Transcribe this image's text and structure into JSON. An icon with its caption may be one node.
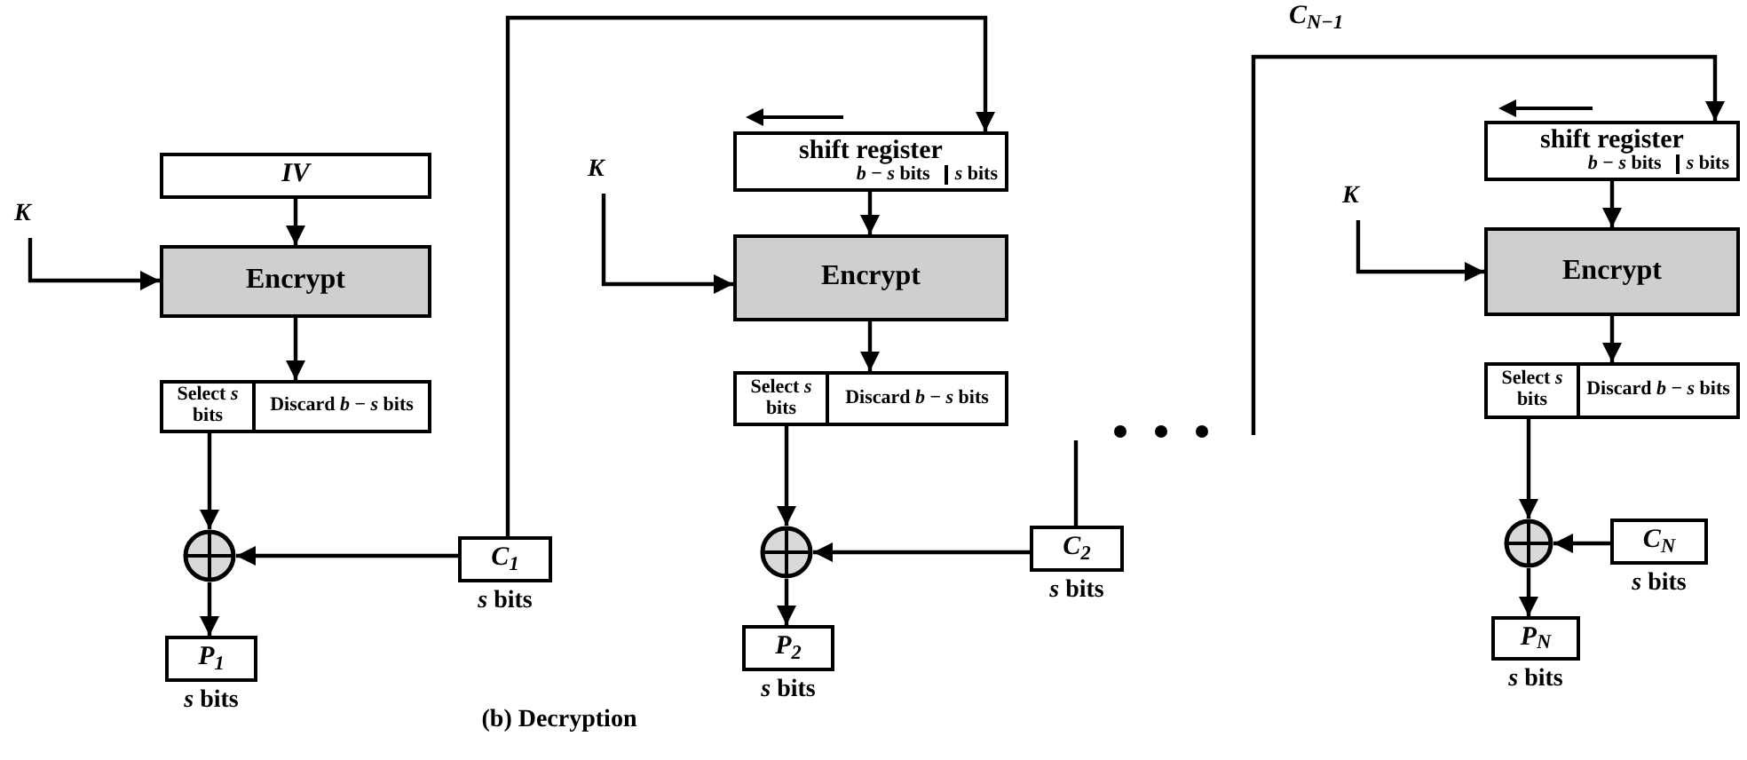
{
  "diagram": {
    "caption": "(b) Decryption",
    "nodes": [
      {
        "text": [
          "IV"
        ]
      },
      {
        "text": [
          "K"
        ]
      },
      {
        "text": [
          "Encrypt"
        ]
      },
      {
        "text": [
          "Select *s* bits",
          "Discard *b* − *s* bits"
        ]
      },
      {
        "text": [],
        "shape": "circle"
      },
      {
        "text": [
          "P$_{1}$"
        ],
        "beside": [
          "*s* bits"
        ]
      },
      {
        "text": [
          "C$_{1}$"
        ],
        "beside": [
          "*s* bits"
        ]
      },
      {
        "text": [
          "shift register",
          "*b* − *s* bits",
          "*s* bits"
        ]
      },
      {
        "text": [
          "K"
        ]
      },
      {
        "text": [
          "Encrypt"
        ]
      },
      {
        "text": [
          "Select *s* bits",
          "Discard *b* − *s* bits"
        ]
      },
      {
        "text": [],
        "shape": "circle"
      },
      {
        "text": [
          "P$_{2}$"
        ],
        "beside": [
          "*s* bits"
        ]
      },
      {
        "text": [
          "C$_{2}$"
        ],
        "beside": [
          "*s* bits"
        ]
      },
      {
        "text": [
          "shift register",
          "*b* − *s* bits",
          "*s* bits"
        ]
      },
      {
        "text": [
          "K"
        ]
      },
      {
        "text": [
          "Encrypt"
        ]
      },
      {
        "text": [
          "Select *s* bits",
          "Discard *b* − *s* bits"
        ]
      },
      {
        "text": [],
        "shape": "circle"
      },
      {
        "text": [
          "C$_{N}$"
        ],
        "beside": [
          "*s* bits"
        ]
      },
      {
        "text": [
          "P$_{N}$"
        ],
        "beside": [
          "*s* bits"
        ]
      }
    ],
    "edges": [
      {
        "from": 0,
        "to": 2,
        "arrow": "to"
      },
      {
        "from": 1,
        "to": 2,
        "arrow": "to"
      },
      {
        "from": 2,
        "to": 3,
        "arrow": "to"
      },
      {
        "from": 3,
        "to": 4,
        "arrow": "to"
      },
      {
        "from": 4,
        "to": 5,
        "arrow": "to"
      },
      {
        "from": 6,
        "to": 4,
        "arrow": "to"
      },
      {
        "from": 6,
        "to": 7,
        "arrow": "to"
      },
      {
        "from": 7,
        "to": 9,
        "arrow": "to"
      },
      {
        "from": 8,
        "to": 9,
        "arrow": "to"
      },
      {
        "from": 9,
        "to": 10,
        "arrow": "to"
      },
      {
        "from": 10,
        "to": 11,
        "arrow": "to"
      },
      {
        "from": 11,
        "to": 12,
        "arrow": "to"
      },
      {
        "from": 13,
        "to": 11,
        "arrow": "to"
      },
      {
        "from": 13,
        "to": null,
        "arrow": "none"
      },
      {
        "from": null,
        "to": 14,
        "arrow": "to",
        "label": "C$_{N−1}$"
      },
      {
        "from": 14,
        "to": 16,
        "arrow": "to"
      },
      {
        "from": 15,
        "to": 16,
        "arrow": "to"
      },
      {
        "from": 16,
        "to": 17,
        "arrow": "to"
      },
      {
        "from": 17,
        "to": 18,
        "arrow": "to"
      },
      {
        "from": 18,
        "to": 20,
        "arrow": "to"
      },
      {
        "from": 19,
        "to": 18,
        "arrow": "to"
      }
    ]
  }
}
